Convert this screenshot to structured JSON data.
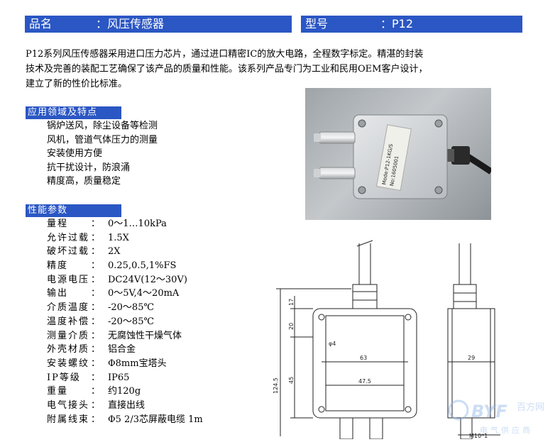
{
  "header": {
    "name_label": "品名",
    "name_value": "：风压传感器",
    "model_label": "型号",
    "model_value": "：P12"
  },
  "description": [
    "P12系列风压传感器采用进口压力芯片，通过进口精密IC的放大电路，全程数字标定。精湛的封装",
    "技术及完善的装配工艺确保了该产品的质量和性能。该系列产品专门为工业和民用OEM客户设计，",
    "建立了新的性价比标准。"
  ],
  "application": {
    "title": "应用领域及特点",
    "items": [
      "锅炉送风，除尘设备等检测",
      "风机，管道气体压力的测量",
      "安装使用方便",
      "抗干扰设计，防浪涌",
      "精度高，质量稳定"
    ]
  },
  "performance": {
    "title": "性能参数",
    "rows": [
      {
        "k": "量程",
        "c": "：",
        "v": "0～1…10kPa"
      },
      {
        "k": "允许过载",
        "c": "：",
        "v": "1.5X"
      },
      {
        "k": "破坏过载",
        "c": "：",
        "v": "2X"
      },
      {
        "k": "精度",
        "c": "：",
        "v": "0.25,0.5,1%FS"
      },
      {
        "k": "电源电压",
        "c": "：",
        "v": "DC24V(12～30V)"
      },
      {
        "k": "输出",
        "c": "：",
        "v": "0～5V,4～20mA"
      },
      {
        "k": "介质温度",
        "c": "：",
        "v": "-20～85℃"
      },
      {
        "k": "温度补偿",
        "c": "：",
        "v": "-20～85℃"
      },
      {
        "k": "测量介质",
        "c": "：",
        "v": "无腐蚀性干燥气体"
      },
      {
        "k": "外壳材质",
        "c": "：",
        "v": "铝合金"
      },
      {
        "k": "安装螺纹",
        "c": "：",
        "v": "Φ8mm宝塔头"
      },
      {
        "k": "IP等级",
        "c": "：",
        "v": "IP65"
      },
      {
        "k": "重量",
        "c": "：",
        "v": "约120g"
      },
      {
        "k": "电气接头",
        "c": "：",
        "v": "直接出线"
      },
      {
        "k": "附属线束",
        "c": "：",
        "v": "Φ5 2/3芯屏蔽电缆 1m"
      }
    ]
  },
  "photo_label": {
    "line1": "Mode:P12-1KG/S",
    "line2": "No:1605001"
  },
  "drawing": {
    "dim_width": "63",
    "dim_inner": "47.5",
    "dim_total_height": "124.5",
    "dim_top": "17",
    "dim_upper": "20",
    "dim_mid": "45",
    "dim_hole": "φ4",
    "dim_side": "29",
    "dim_thread": "M10*1"
  },
  "watermark": {
    "brand": "BYF",
    "cn": "百方网",
    "sub": "电气供应商"
  },
  "colors": {
    "bar_blue": "#2b57c4",
    "watermark_blue": "#8fb6e6"
  }
}
